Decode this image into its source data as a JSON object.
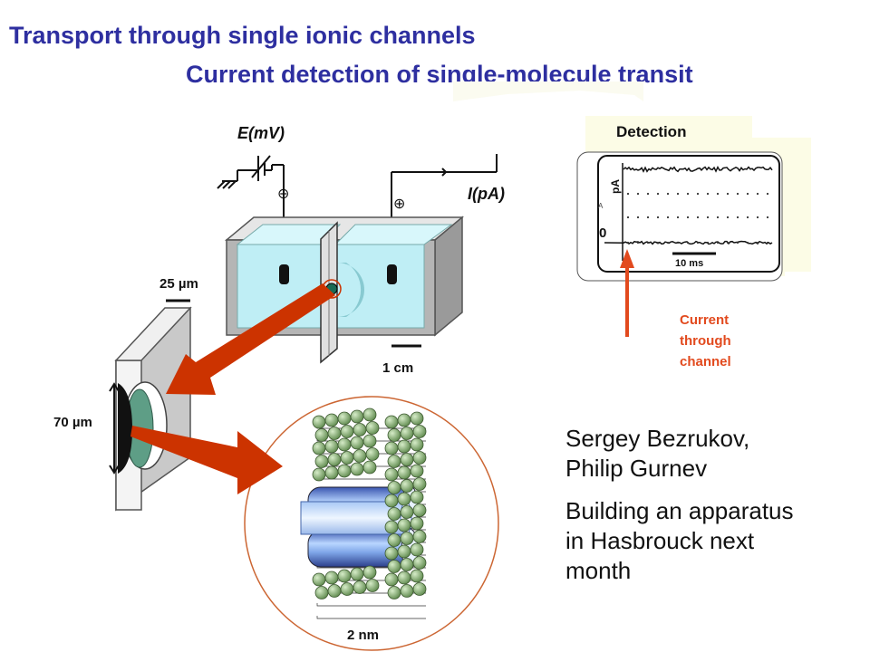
{
  "title": {
    "line1": "Transport through single ionic channels",
    "line2": "Current detection of single-molecule transit"
  },
  "apparatus": {
    "voltage_label": "E(mV)",
    "current_label": "I(pA)",
    "scale_1cm": "1 cm",
    "neg_symbol": "⊖",
    "pos_symbol": "⊕"
  },
  "aperture": {
    "width_label": "25 µm",
    "height_label": "70 µm"
  },
  "membrane": {
    "scale_label": "2 nm"
  },
  "detection": {
    "title": "Detection",
    "axis_unit": "pA",
    "zero_label": "0",
    "time_scale": "10 ms",
    "arrow_caption": [
      "Current",
      "through",
      "channel"
    ]
  },
  "notes": {
    "people": [
      "Sergey Bezrukov,",
      "Philip Gurnev"
    ],
    "plan": [
      "Building an apparatus",
      "in Hasbrouck next",
      "month"
    ]
  },
  "colors": {
    "title": "#2e2fa0",
    "accent_red": "#cc3300",
    "caption_orange": "#e24a1e",
    "water": "#bfeef5",
    "lipid_head": "#9bc08a",
    "channel_blue": "#4a78c8"
  }
}
